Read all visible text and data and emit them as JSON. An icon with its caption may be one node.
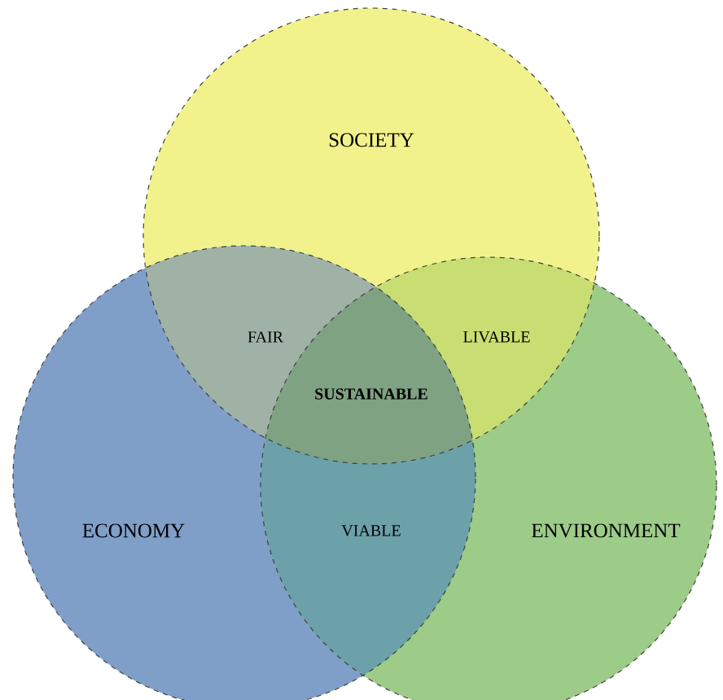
{
  "diagram": {
    "nodes": [
      {
        "text": [
          "SOCIETY"
        ]
      },
      {
        "text": [
          "ECONOMY"
        ]
      },
      {
        "text": [
          "ENVIRONMENT"
        ]
      }
    ],
    "edges": [],
    "labels": [
      "FAIR",
      "LIVABLE",
      "SUSTAINABLE",
      "VIABLE"
    ]
  }
}
